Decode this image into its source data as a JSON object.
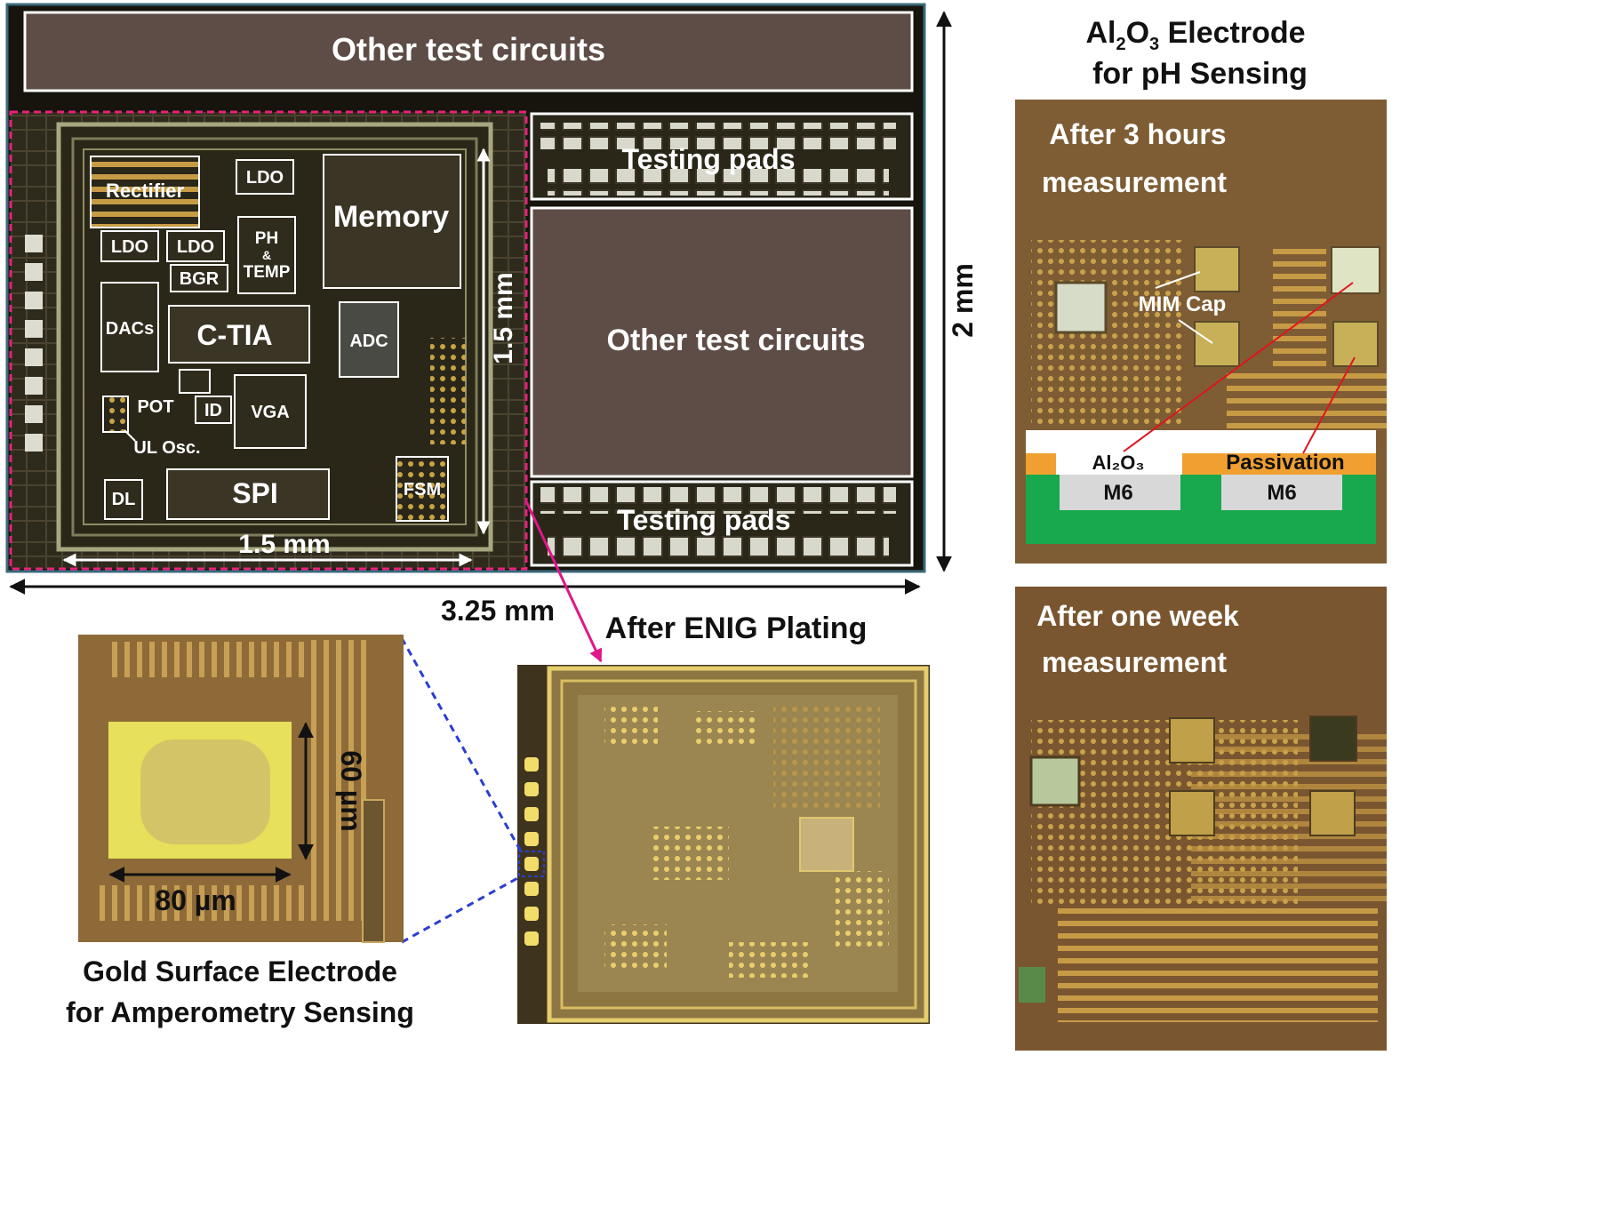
{
  "chip": {
    "top_block": "Other test circuits",
    "right_block": "Other test circuits",
    "pads_top": "Testing pads",
    "pads_bottom": "Testing pads",
    "blocks": {
      "rectifier": "Rectifier",
      "ldo_top": "LDO",
      "ldo_left": "LDO",
      "ldo_mid": "LDO",
      "bgr": "BGR",
      "ph_temp": [
        "PH",
        "&",
        "TEMP"
      ],
      "memory": "Memory",
      "dacs": "DACs",
      "ctia": "C-TIA",
      "adc": "ADC",
      "pot": "POT",
      "id": "ID",
      "vga": "VGA",
      "ul_osc": "UL Osc.",
      "dl": "DL",
      "spi": "SPI",
      "fsm": "FSM"
    },
    "dim_vertical_inner": "1.5 mm",
    "dim_horizontal_inner": "1.5 mm",
    "dim_height": "2 mm",
    "dim_width": "3.25 mm"
  },
  "enig": {
    "title": "After ENIG Plating"
  },
  "gold_electrode": {
    "dim_vertical": "60 µm",
    "dim_horizontal": "80 µm",
    "caption_line1": "Gold Surface Electrode",
    "caption_line2": "for Amperometry Sensing"
  },
  "ph_panel": {
    "title_line1_parts": [
      "Al",
      "2",
      "O",
      "3",
      " Electrode"
    ],
    "title_line2": "for pH Sensing",
    "after3_line1": "After 3 hours",
    "after3_line2": "measurement",
    "mim_cap": "MIM Cap",
    "xsec_al2o3": "Al₂O₃",
    "xsec_passivation": "Passivation",
    "xsec_m6_left": "M6",
    "xsec_m6_right": "M6",
    "afterweek_line1": "After one week",
    "afterweek_line2": "measurement"
  },
  "colors": {
    "chip_bg": "#1a1810",
    "overlay_block": "#5e4d47",
    "dashed_outline": "#e8207a",
    "arrow_magenta": "#e0168a",
    "dashed_blue": "#2b3ed0",
    "gold_bg": "#8e6a38",
    "enig_bg": "#9a7d48",
    "ph_bg": "#7e5d34",
    "xsec_orange": "#f0a030",
    "xsec_green": "#18a84e",
    "xsec_gray": "#d8d8d8",
    "red_leader": "#e0141e"
  }
}
